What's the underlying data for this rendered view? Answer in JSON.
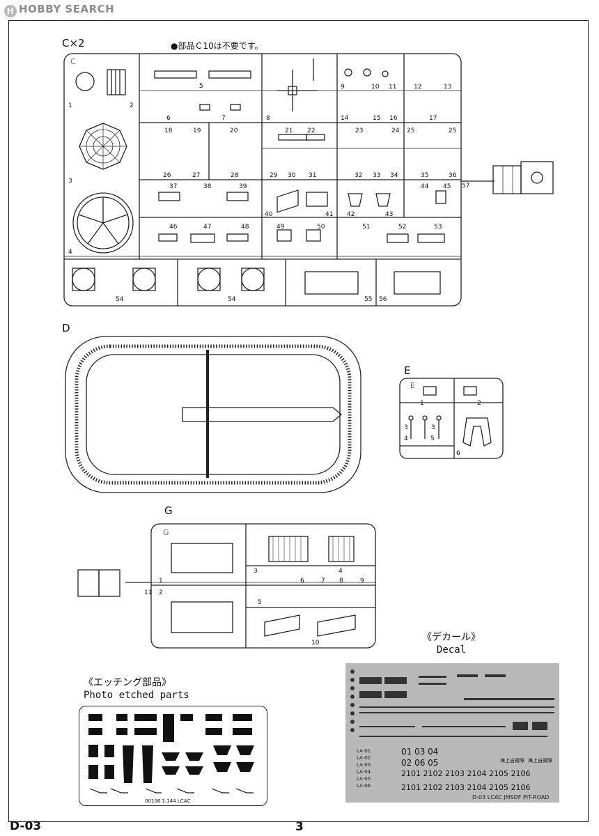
{
  "header": {
    "logo_text": "HOBBY SEARCH",
    "logo_mark": "H"
  },
  "sprue_c": {
    "title": "C×2",
    "letter": "C",
    "note": "●部品Ｃ10は不要です。"
  },
  "sprue_d": {
    "title": "D"
  },
  "sprue_e": {
    "title": "E",
    "letter": "E"
  },
  "sprue_g": {
    "title": "G",
    "letter": "G"
  },
  "etched": {
    "title_jp": "《エッチング部品》",
    "title_en": "Photo etched parts",
    "plate_text": "00106 1:144 LCAC"
  },
  "decal": {
    "title_jp": "《デカール》",
    "title_en": "Decal",
    "la_rows": [
      "LA-01",
      "LA-02",
      "LA-03",
      "LA-04",
      "LA-05",
      "LA-06"
    ],
    "num_row1": "01 03 04",
    "num_row2": "02 06 05",
    "jp_label_1": "海上自衛隊",
    "jp_label_2": "海上自衛隊",
    "hull_row1": "2101 2102 2103 2104 2105 2106",
    "hull_row2": "2101 2102 2103 2104 2105 2106",
    "bottom_text": "D-03 LCAC JMSDF PIT-ROAD"
  },
  "footer": {
    "code": "D-03",
    "page": "3"
  }
}
